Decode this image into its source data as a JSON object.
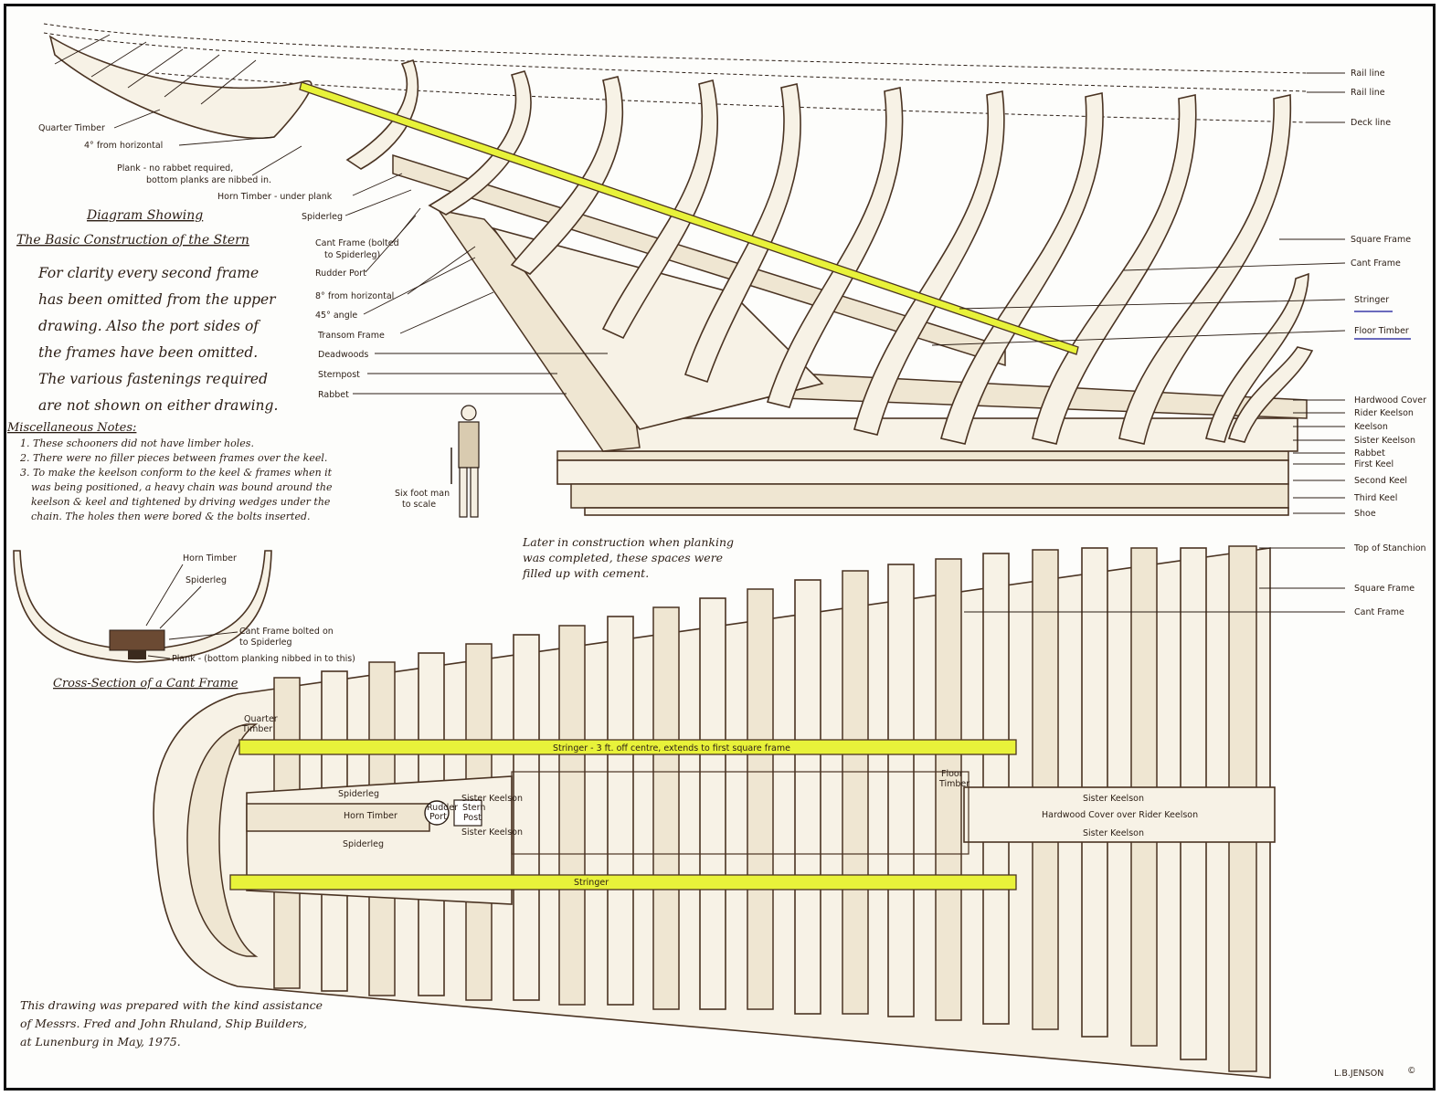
{
  "side_labels": {
    "rail_line_1": "Rail line",
    "rail_line_2": "Rail line",
    "deck_line": "Deck line",
    "square_frame": "Square Frame",
    "cant_frame": "Cant Frame",
    "stringer": "Stringer",
    "floor_timber": "Floor Timber",
    "hardwood_cover": "Hardwood Cover",
    "rider_keelson": "Rider Keelson",
    "keelson": "Keelson",
    "sister_keelson": "Sister Keelson",
    "rabbet": "Rabbet",
    "first_keel": "First Keel",
    "second_keel": "Second Keel",
    "third_keel": "Third Keel",
    "shoe": "Shoe",
    "top_of_stanchion": "Top of Stanchion",
    "plan_square_frame": "Square Frame",
    "plan_cant_frame": "Cant Frame"
  },
  "left_labels": {
    "quarter_timber": "Quarter Timber",
    "four_deg": "4° from horizontal",
    "plank_1": "Plank - no rabbet required,",
    "plank_2": "bottom planks are nibbed in.",
    "horn_timber": "Horn Timber - under plank",
    "spiderleg": "Spiderleg",
    "cant_bolted_1": "Cant Frame (bolted",
    "cant_bolted_2": "to Spiderleg)",
    "rudder_port": "Rudder Port",
    "eight_deg": "8° from horizontal",
    "forty_five": "45° angle",
    "transom_frame": "Transom Frame",
    "deadwoods": "Deadwoods",
    "sternpost": "Sternpost",
    "rabbet": "Rabbet"
  },
  "diagram_title": {
    "line1": "Diagram Showing",
    "line2": "The Basic Construction of the Stern"
  },
  "notes": [
    "For clarity every second frame",
    "has been omitted from the upper",
    "drawing. Also the port sides of",
    "the frames have been omitted.",
    "The various fastenings required",
    "are not shown on either drawing."
  ],
  "misc": {
    "heading": "Miscellaneous Notes:",
    "lines": [
      "1. These schooners did not have limber holes.",
      "2. There were no filler pieces between frames over the keel.",
      "3. To make the keelson conform to the keel & frames when it",
      "was being positioned, a heavy chain was bound around the",
      "keelson & keel and tightened by driving wedges under the",
      "chain. The holes then were bored & the bolts inserted."
    ]
  },
  "man": {
    "line1": "Six foot man",
    "line2": "to scale"
  },
  "cement_note": [
    "Later in construction when planking",
    "was completed, these spaces were",
    "filled up with cement."
  ],
  "cross_section": {
    "horn_timber": "Horn Timber",
    "spiderleg": "Spiderleg",
    "cant_bolted_1": "Cant Frame bolted on",
    "cant_bolted_2": "to Spiderleg",
    "plank": "Plank - (bottom planking nibbed in to this)",
    "title": "Cross-Section of a Cant Frame"
  },
  "plan": {
    "quarter_timber_1": "Quarter",
    "quarter_timber_2": "Timber",
    "stringer_top": "Stringer - 3 ft. off centre, extends to first square frame",
    "stringer_bottom": "Stringer",
    "spiderleg_top": "Spiderleg",
    "spiderleg_bottom": "Spiderleg",
    "horn_timber": "Horn Timber",
    "rudder_port_1": "Rudder",
    "rudder_port_2": "Port",
    "stern_post_1": "Stern",
    "stern_post_2": "Post",
    "sister_keelson_a": "Sister Keelson",
    "sister_keelson_b": "Sister Keelson",
    "floor_timber_1": "Floor",
    "floor_timber_2": "Timber",
    "sister_keelson_right_top": "Sister Keelson",
    "hardwood_cover": "Hardwood Cover over Rider Keelson",
    "sister_keelson_right_bottom": "Sister Keelson"
  },
  "credit": [
    "This drawing was prepared with the kind assistance",
    "of Messrs. Fred and John Rhuland, Ship Builders,",
    "at Lunenburg in May, 1975."
  ],
  "signature": "L.B.JENSON",
  "copyright": "©",
  "colors": {
    "highlight": "#e8f23a",
    "ink": "#2b1d14",
    "underline": "#3a3aa8"
  }
}
